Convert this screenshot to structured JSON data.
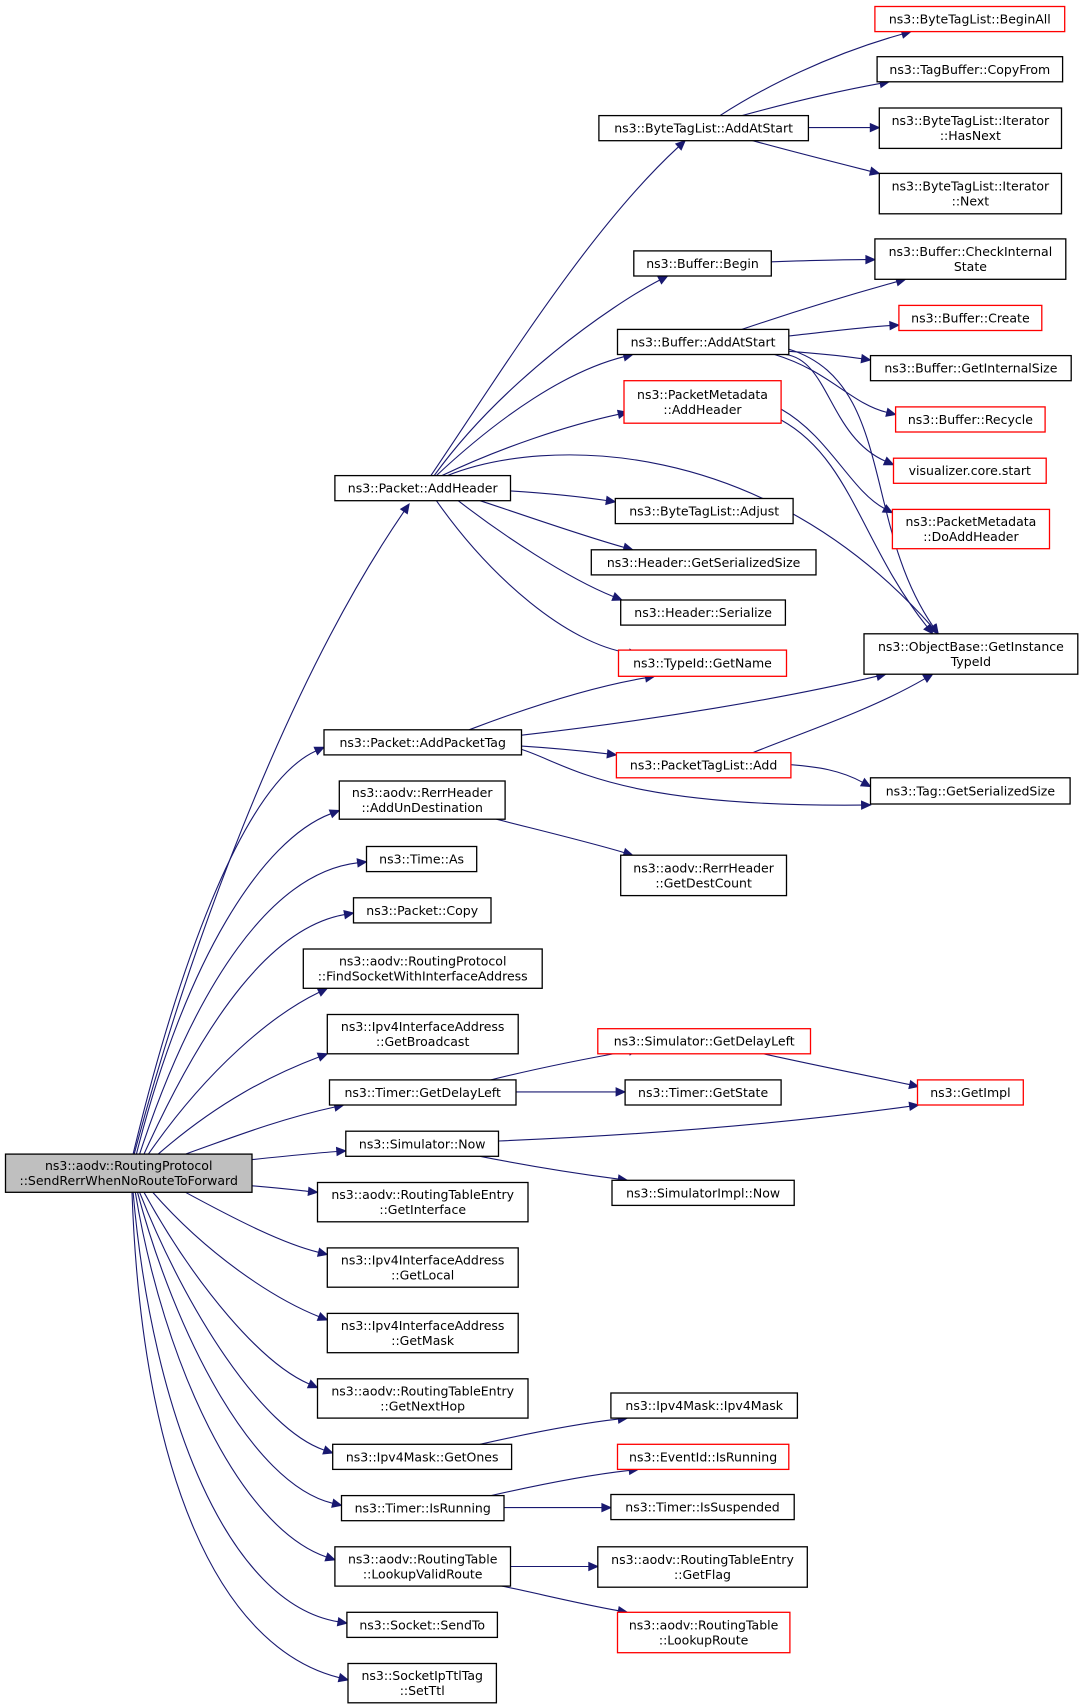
{
  "graph": {
    "colors": {
      "edge": "#191970",
      "normal_border": "#000000",
      "truncated_border": "#ff0000",
      "root_fill": "#bfbfbf",
      "node_fill": "#ffffff"
    },
    "nodes": [
      {
        "id": "root",
        "lines": [
          "ns3::aodv::RoutingProtocol",
          "::SendRerrWhenNoRouteToForward"
        ],
        "style": "root"
      },
      {
        "id": "packet_addheader",
        "lines": [
          "ns3::Packet::AddHeader"
        ],
        "style": "normal"
      },
      {
        "id": "packet_addpackettag",
        "lines": [
          "ns3::Packet::AddPacketTag"
        ],
        "style": "normal"
      },
      {
        "id": "rerr_addundest",
        "lines": [
          "ns3::aodv::RerrHeader",
          "::AddUnDestination"
        ],
        "style": "normal"
      },
      {
        "id": "time_as",
        "lines": [
          "ns3::Time::As"
        ],
        "style": "normal"
      },
      {
        "id": "packet_copy",
        "lines": [
          "ns3::Packet::Copy"
        ],
        "style": "normal"
      },
      {
        "id": "findsocket",
        "lines": [
          "ns3::aodv::RoutingProtocol",
          "::FindSocketWithInterfaceAddress"
        ],
        "style": "normal"
      },
      {
        "id": "ipv4if_getbroadcast",
        "lines": [
          "ns3::Ipv4InterfaceAddress",
          "::GetBroadcast"
        ],
        "style": "normal"
      },
      {
        "id": "timer_getdelayleft",
        "lines": [
          "ns3::Timer::GetDelayLeft"
        ],
        "style": "normal"
      },
      {
        "id": "simulator_now",
        "lines": [
          "ns3::Simulator::Now"
        ],
        "style": "normal"
      },
      {
        "id": "rte_getinterface",
        "lines": [
          "ns3::aodv::RoutingTableEntry",
          "::GetInterface"
        ],
        "style": "normal"
      },
      {
        "id": "ipv4if_getlocal",
        "lines": [
          "ns3::Ipv4InterfaceAddress",
          "::GetLocal"
        ],
        "style": "normal"
      },
      {
        "id": "ipv4if_getmask",
        "lines": [
          "ns3::Ipv4InterfaceAddress",
          "::GetMask"
        ],
        "style": "normal"
      },
      {
        "id": "rte_getnexthop",
        "lines": [
          "ns3::aodv::RoutingTableEntry",
          "::GetNextHop"
        ],
        "style": "normal"
      },
      {
        "id": "ipv4mask_getones",
        "lines": [
          "ns3::Ipv4Mask::GetOnes"
        ],
        "style": "normal"
      },
      {
        "id": "timer_isrunning",
        "lines": [
          "ns3::Timer::IsRunning"
        ],
        "style": "normal"
      },
      {
        "id": "rt_lookupvalidroute",
        "lines": [
          "ns3::aodv::RoutingTable",
          "::LookupValidRoute"
        ],
        "style": "normal"
      },
      {
        "id": "socket_sendto",
        "lines": [
          "ns3::Socket::SendTo"
        ],
        "style": "normal"
      },
      {
        "id": "socketipttltag_setttl",
        "lines": [
          "ns3::SocketIpTtlTag",
          "::SetTtl"
        ],
        "style": "normal"
      },
      {
        "id": "btl_addatstart",
        "lines": [
          "ns3::ByteTagList::AddAtStart"
        ],
        "style": "normal"
      },
      {
        "id": "buffer_begin",
        "lines": [
          "ns3::Buffer::Begin"
        ],
        "style": "normal"
      },
      {
        "id": "buffer_addatstart",
        "lines": [
          "ns3::Buffer::AddAtStart"
        ],
        "style": "normal"
      },
      {
        "id": "pm_addheader",
        "lines": [
          "ns3::PacketMetadata",
          "::AddHeader"
        ],
        "style": "truncated"
      },
      {
        "id": "btl_adjust",
        "lines": [
          "ns3::ByteTagList::Adjust"
        ],
        "style": "normal"
      },
      {
        "id": "header_getserializedsize",
        "lines": [
          "ns3::Header::GetSerializedSize"
        ],
        "style": "normal"
      },
      {
        "id": "header_serialize",
        "lines": [
          "ns3::Header::Serialize"
        ],
        "style": "normal"
      },
      {
        "id": "typeid_getname",
        "lines": [
          "ns3::TypeId::GetName"
        ],
        "style": "truncated"
      },
      {
        "id": "ptl_add",
        "lines": [
          "ns3::PacketTagList::Add"
        ],
        "style": "truncated"
      },
      {
        "id": "rerr_getdestcount",
        "lines": [
          "ns3::aodv::RerrHeader",
          "::GetDestCount"
        ],
        "style": "normal"
      },
      {
        "id": "sim_getdelayleft",
        "lines": [
          "ns3::Simulator::GetDelayLeft"
        ],
        "style": "truncated"
      },
      {
        "id": "timer_getstate",
        "lines": [
          "ns3::Timer::GetState"
        ],
        "style": "normal"
      },
      {
        "id": "simimpl_now",
        "lines": [
          "ns3::SimulatorImpl::Now"
        ],
        "style": "normal"
      },
      {
        "id": "ipv4mask_ctor",
        "lines": [
          "ns3::Ipv4Mask::Ipv4Mask"
        ],
        "style": "normal"
      },
      {
        "id": "eventid_isrunning",
        "lines": [
          "ns3::EventId::IsRunning"
        ],
        "style": "truncated"
      },
      {
        "id": "timer_issuspended",
        "lines": [
          "ns3::Timer::IsSuspended"
        ],
        "style": "normal"
      },
      {
        "id": "rte_getflag",
        "lines": [
          "ns3::aodv::RoutingTableEntry",
          "::GetFlag"
        ],
        "style": "normal"
      },
      {
        "id": "rt_lookuproute",
        "lines": [
          "ns3::aodv::RoutingTable",
          "::LookupRoute"
        ],
        "style": "truncated"
      },
      {
        "id": "btl_beginall",
        "lines": [
          "ns3::ByteTagList::BeginAll"
        ],
        "style": "truncated"
      },
      {
        "id": "tagbuffer_copyfrom",
        "lines": [
          "ns3::TagBuffer::CopyFrom"
        ],
        "style": "normal"
      },
      {
        "id": "btl_iter_hasnext",
        "lines": [
          "ns3::ByteTagList::Iterator",
          "::HasNext"
        ],
        "style": "normal"
      },
      {
        "id": "btl_iter_next",
        "lines": [
          "ns3::ByteTagList::Iterator",
          "::Next"
        ],
        "style": "normal"
      },
      {
        "id": "buffer_checkinternalstate",
        "lines": [
          "ns3::Buffer::CheckInternal",
          "State"
        ],
        "style": "normal"
      },
      {
        "id": "buffer_create",
        "lines": [
          "ns3::Buffer::Create"
        ],
        "style": "truncated"
      },
      {
        "id": "buffer_getinternalsize",
        "lines": [
          "ns3::Buffer::GetInternalSize"
        ],
        "style": "normal"
      },
      {
        "id": "buffer_recycle",
        "lines": [
          "ns3::Buffer::Recycle"
        ],
        "style": "truncated"
      },
      {
        "id": "visualizer_core_start",
        "lines": [
          "visualizer.core.start"
        ],
        "style": "truncated"
      },
      {
        "id": "pm_doaddheader",
        "lines": [
          "ns3::PacketMetadata",
          "::DoAddHeader"
        ],
        "style": "truncated"
      },
      {
        "id": "objectbase_getinstancetypeid",
        "lines": [
          "ns3::ObjectBase::GetInstance",
          "TypeId"
        ],
        "style": "normal"
      },
      {
        "id": "tag_getserializedsize",
        "lines": [
          "ns3::Tag::GetSerializedSize"
        ],
        "style": "normal"
      },
      {
        "id": "getimpl",
        "lines": [
          "ns3::GetImpl"
        ],
        "style": "truncated"
      }
    ]
  }
}
